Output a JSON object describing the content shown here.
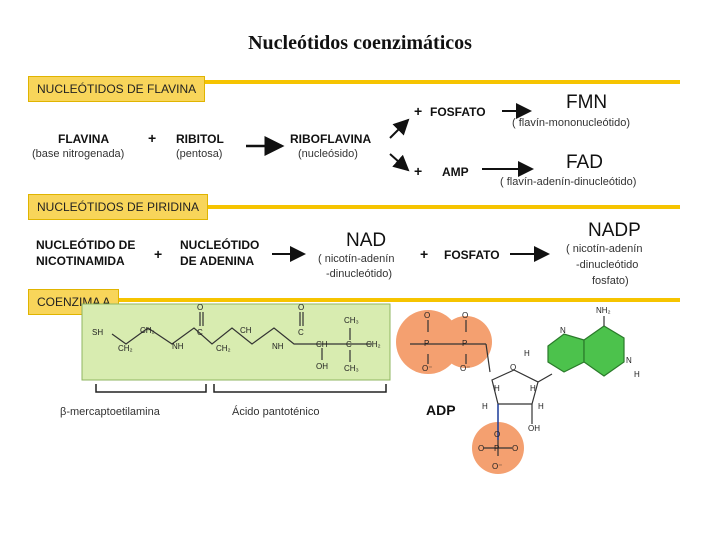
{
  "title": "Nucleótidos coenzimáticos",
  "sections": {
    "flavina": "NUCLEÓTIDOS DE FLAVINA",
    "piridina": "NUCLEÓTIDOS DE PIRIDINA",
    "coenzima": "COENZIMA A"
  },
  "flavin": {
    "flavina": "FLAVINA",
    "flavina_sub": "(base nitrogenada)",
    "ribitol": "RIBITOL",
    "ribitol_sub": "(pentosa)",
    "riboflavina": "RIBOFLAVINA",
    "riboflavina_sub": "(nucleósido)",
    "fosfato": "FOSFATO",
    "amp": "AMP",
    "fmn": "FMN",
    "fmn_sub": "( flavín-mononucleótido)",
    "fad": "FAD",
    "fad_sub": "( flavín-adenín-dinucleótido)",
    "plus": "+"
  },
  "pyridine": {
    "nic_line1": "NUCLEÓTIDO DE",
    "nic_line2": "NICOTINAMIDA",
    "ade_line1": "NUCLEÓTIDO",
    "ade_line2": "DE ADENINA",
    "nad": "NAD",
    "nad_sub1": "( nicotín-adenín",
    "nad_sub2": "-dinucleótido)",
    "fosfato": "FOSFATO",
    "nadp": "NADP",
    "nadp_sub1": "( nicotín-adenín",
    "nadp_sub2": "-dinucleótido",
    "nadp_sub3": "fosfato)"
  },
  "coa": {
    "sh": "SH",
    "ch2": "CH₂",
    "nh": "NH",
    "c": "C",
    "o": "O",
    "ch": "CH",
    "ch3": "CH₃",
    "oh": "OH",
    "p": "P",
    "o_minus": "O⁻",
    "nh2": "NH₂",
    "n": "N",
    "h": "H",
    "mercapto": "β-mercaptoetilamina",
    "pantotenico": "Ácido pantoténico",
    "adp": "ADP"
  },
  "colors": {
    "accent_yellow": "#f6c400",
    "label_yellow": "#f8d55a",
    "coa_green_bg": "#d8ecb0",
    "phosphate_orange": "#f4a070",
    "adenine_green": "#4cc24c"
  }
}
